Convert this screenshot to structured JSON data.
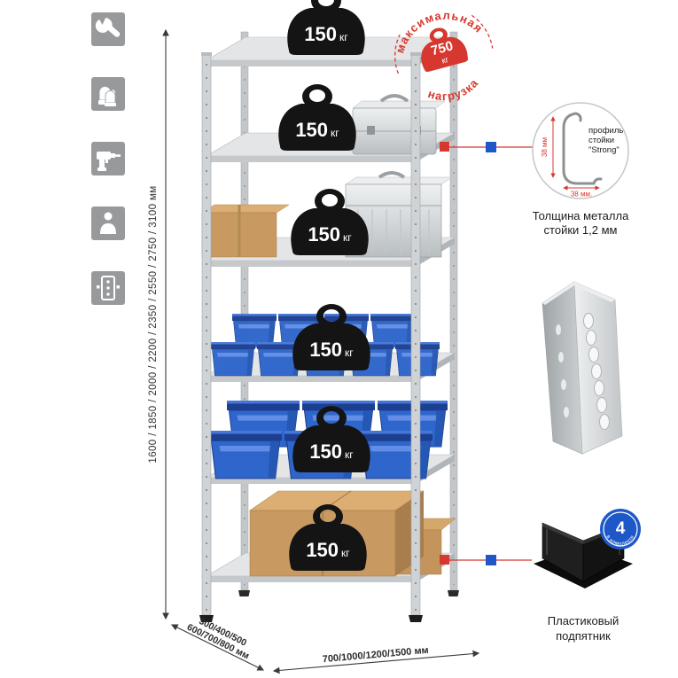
{
  "colors": {
    "accent_red": "#d6382f",
    "accent_blue": "#1f57c8",
    "icon_tile_gray": "#97999b",
    "metal_light": "#e3e5e6",
    "metal_mid": "#c7cacc",
    "bin_blue": "#2f66cc",
    "box_tan": "#c89a62",
    "weight_black": "#141414"
  },
  "sidebar": {
    "icons": [
      {
        "name": "wrench-icon"
      },
      {
        "name": "gloves-icon"
      },
      {
        "name": "drill-icon"
      },
      {
        "name": "person-icon"
      },
      {
        "name": "perforated-post-icon"
      }
    ]
  },
  "dimensions": {
    "height_label": "1600 / 1850 / 2000 / 2200 / 2350 / 2550 / 2750 / 3100 мм",
    "depth_label_line1": "300/400/500",
    "depth_label_line2": "600/700/800 мм",
    "width_label": "700/1000/1200/1500 мм"
  },
  "shelf_weights": [
    {
      "value": "150",
      "unit": "кг"
    },
    {
      "value": "150",
      "unit": "кг"
    },
    {
      "value": "150",
      "unit": "кг"
    },
    {
      "value": "150",
      "unit": "кг"
    },
    {
      "value": "150",
      "unit": "кг"
    },
    {
      "value": "150",
      "unit": "кг"
    }
  ],
  "max_load_stamp": {
    "arc_top": "максимальная",
    "arc_bottom": "нагрузка",
    "value": "750",
    "unit": "кг"
  },
  "profile_detail": {
    "label_line1": "профиль",
    "label_line2": "стойки",
    "label_line3": "\"Strong\"",
    "dim_vertical": "38 мм",
    "dim_horizontal": "38 мм.",
    "caption_line1": "Толщина металла",
    "caption_line2": "стойки 1,2 мм"
  },
  "foot_detail": {
    "badge_value": "4",
    "badge_label": "в комплекте",
    "caption_line1": "Пластиковый",
    "caption_line2": "подпятник"
  }
}
